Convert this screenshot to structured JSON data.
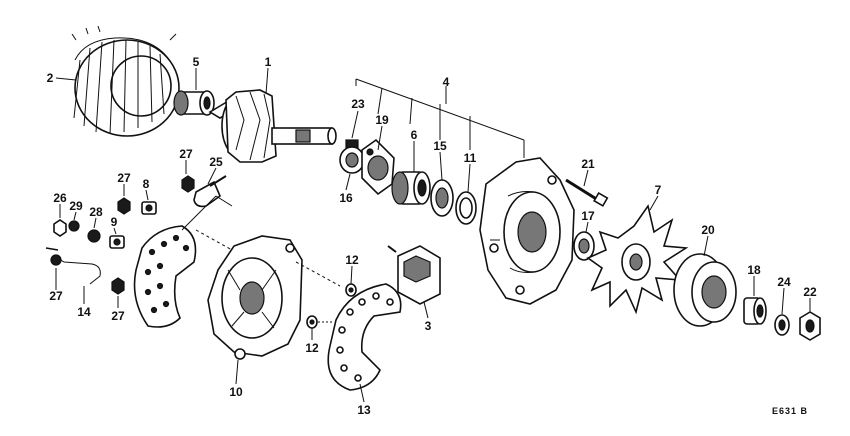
{
  "diagram": {
    "drawing_code": "E631 B",
    "callouts": [
      "1",
      "2",
      "3",
      "4",
      "5",
      "6",
      "7",
      "8",
      "9",
      "10",
      "11",
      "12",
      "12",
      "13",
      "14",
      "15",
      "16",
      "17",
      "18",
      "19",
      "20",
      "21",
      "22",
      "23",
      "24",
      "25",
      "26",
      "27",
      "27",
      "27",
      "27",
      "28",
      "29"
    ]
  }
}
